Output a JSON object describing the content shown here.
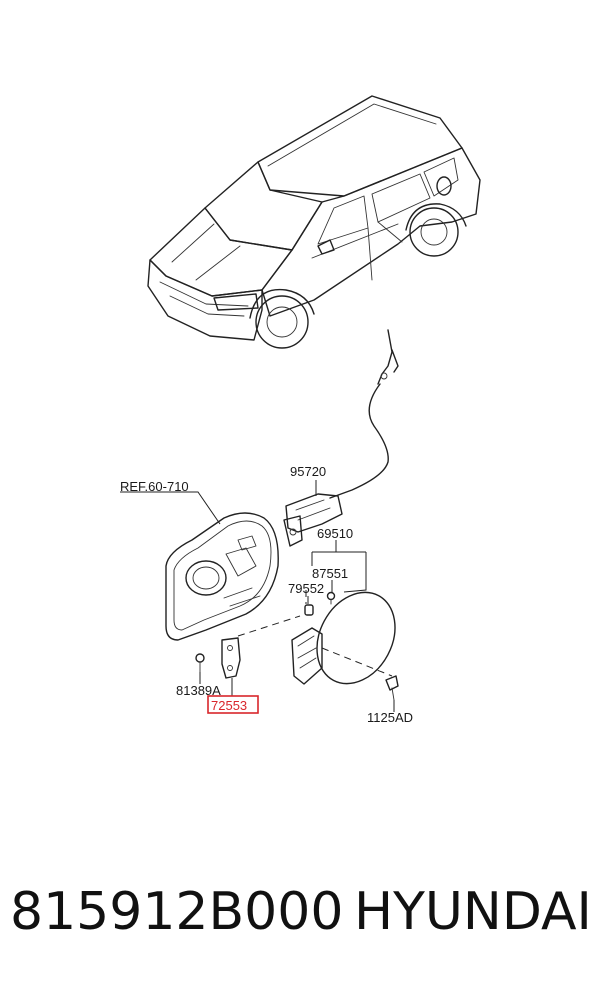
{
  "callouts": {
    "ref": "REF.60-710",
    "p95720": "95720",
    "p69510": "69510",
    "p87551": "87551",
    "p79552": "79552",
    "p81389A": "81389A",
    "p72553": "72553",
    "p1125AD": "1125AD"
  },
  "highlight_color": "#d9262b",
  "footer": {
    "part_number": "815912B000",
    "brand": "HYUNDAI"
  }
}
